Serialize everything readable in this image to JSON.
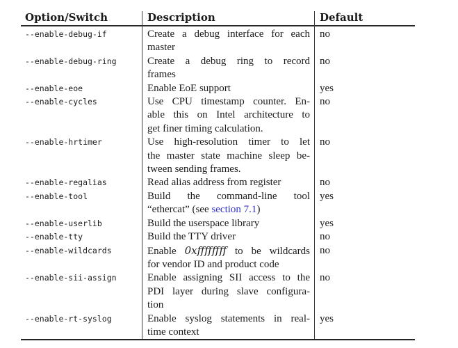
{
  "page": {
    "background": "#ffffff",
    "text_color": "#1b1b1b",
    "rule_color": "#242424",
    "link_color": "#3333cc"
  },
  "table": {
    "column_headers": [
      "Option/Switch",
      "Description",
      "Default"
    ],
    "rows": [
      {
        "option": "--enable-debug-if",
        "desc_lines": [
          [
            {
              "t": "Create a debug interface for each"
            }
          ],
          [
            {
              "t": "master"
            }
          ]
        ],
        "default": "no"
      },
      {
        "option": "--enable-debug-ring",
        "desc_lines": [
          [
            {
              "t": "Create a debug ring to record"
            }
          ],
          [
            {
              "t": "frames"
            }
          ]
        ],
        "default": "no"
      },
      {
        "option": "--enable-eoe",
        "desc_lines": [
          [
            {
              "t": "Enable EoE support"
            }
          ]
        ],
        "default": "yes"
      },
      {
        "option": "--enable-cycles",
        "desc_lines": [
          [
            {
              "t": "Use CPU timestamp counter. En-"
            }
          ],
          [
            {
              "t": "able this on Intel architecture to"
            }
          ],
          [
            {
              "t": "get finer timing calculation."
            }
          ]
        ],
        "default": "no"
      },
      {
        "option": "--enable-hrtimer",
        "desc_lines": [
          [
            {
              "t": "Use high-resolution timer to let"
            }
          ],
          [
            {
              "t": "the master state machine sleep be-"
            }
          ],
          [
            {
              "t": "tween sending frames."
            }
          ]
        ],
        "default": "no"
      },
      {
        "option": "--enable-regalias",
        "desc_lines": [
          [
            {
              "t": "Read alias address from register"
            }
          ]
        ],
        "default": "no"
      },
      {
        "option": "--enable-tool",
        "desc_lines": [
          [
            {
              "t": "Build the command-line tool"
            }
          ],
          [
            {
              "t": "“ethercat” (see "
            },
            {
              "t": "section 7.1",
              "s": "link"
            },
            {
              "t": ")"
            }
          ]
        ],
        "default": "yes"
      },
      {
        "option": "--enable-userlib",
        "desc_lines": [
          [
            {
              "t": "Build the userspace library"
            }
          ]
        ],
        "default": "yes"
      },
      {
        "option": "--enable-tty",
        "desc_lines": [
          [
            {
              "t": "Build the TTY driver"
            }
          ]
        ],
        "default": "no"
      },
      {
        "option": "--enable-wildcards",
        "desc_lines": [
          [
            {
              "t": "Enable "
            },
            {
              "t": "0xffffffff",
              "s": "italic"
            },
            {
              "t": " to be wildcards"
            }
          ],
          [
            {
              "t": "for vendor ID and product code"
            }
          ]
        ],
        "default": "no"
      },
      {
        "option": "--enable-sii-assign",
        "desc_lines": [
          [
            {
              "t": "Enable assigning SII access to the"
            }
          ],
          [
            {
              "t": "PDI layer during slave configura-"
            }
          ],
          [
            {
              "t": "tion"
            }
          ]
        ],
        "default": "no"
      },
      {
        "option": "--enable-rt-syslog",
        "desc_lines": [
          [
            {
              "t": "Enable syslog statements in real-"
            }
          ],
          [
            {
              "t": "time context"
            }
          ]
        ],
        "default": "yes"
      }
    ]
  }
}
